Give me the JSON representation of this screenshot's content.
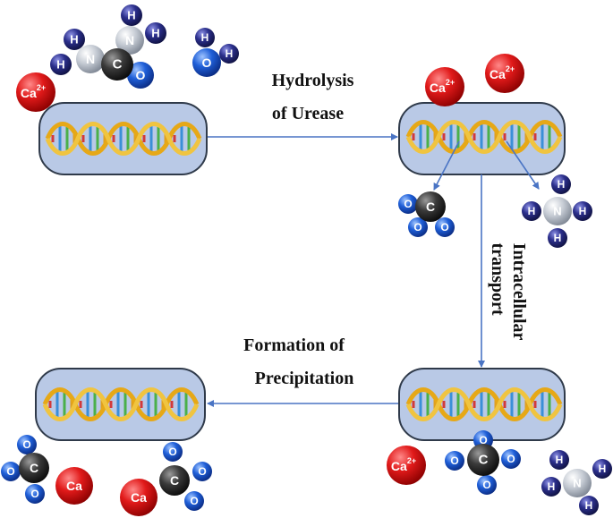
{
  "labels": {
    "hydrolysis_line1": "Hydrolysis",
    "hydrolysis_line2": "of Urease",
    "intracellular_line1": "Intracellular",
    "intracellular_line2": "transport",
    "formation_line1": "Formation of",
    "formation_line2": "Precipitation"
  },
  "atoms": {
    "calcium_ion": "Ca",
    "calcium_charge": "2+",
    "calcium": "Ca",
    "carbon": "C",
    "oxygen": "O",
    "nitrogen": "N",
    "hydrogen": "H"
  },
  "colors": {
    "cell_fill": "#b9c9e6",
    "cell_stroke": "#2f3a4a",
    "arrow": "#4a74c4",
    "calcium": "#d81414",
    "oxygen": "#1f5fd8",
    "carbon": "#3a3a3a",
    "nitrogen": "#b9bfc8",
    "hydrogen": "#262a7a"
  }
}
